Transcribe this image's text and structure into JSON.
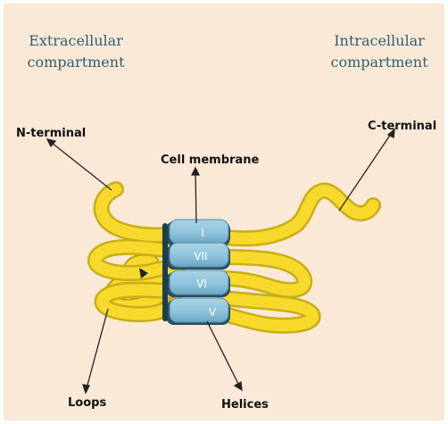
{
  "regions": {
    "extracellular": [
      "Extracellular",
      "compartment"
    ],
    "intracellular": [
      "Intracellular",
      "compartment"
    ]
  },
  "labels": {
    "n_terminal": "N-terminal",
    "c_terminal": "C-terminal",
    "cell_membrane": "Cell membrane",
    "loops": "Loops",
    "helices": "Helices"
  },
  "helices": [
    "I",
    "VII",
    "VI",
    "V"
  ],
  "colors": {
    "background": "#fbe9d7",
    "loop_fill": "#f7d92c",
    "helix_fill": "#8fc3dc",
    "region_text": "#2f5f73"
  }
}
